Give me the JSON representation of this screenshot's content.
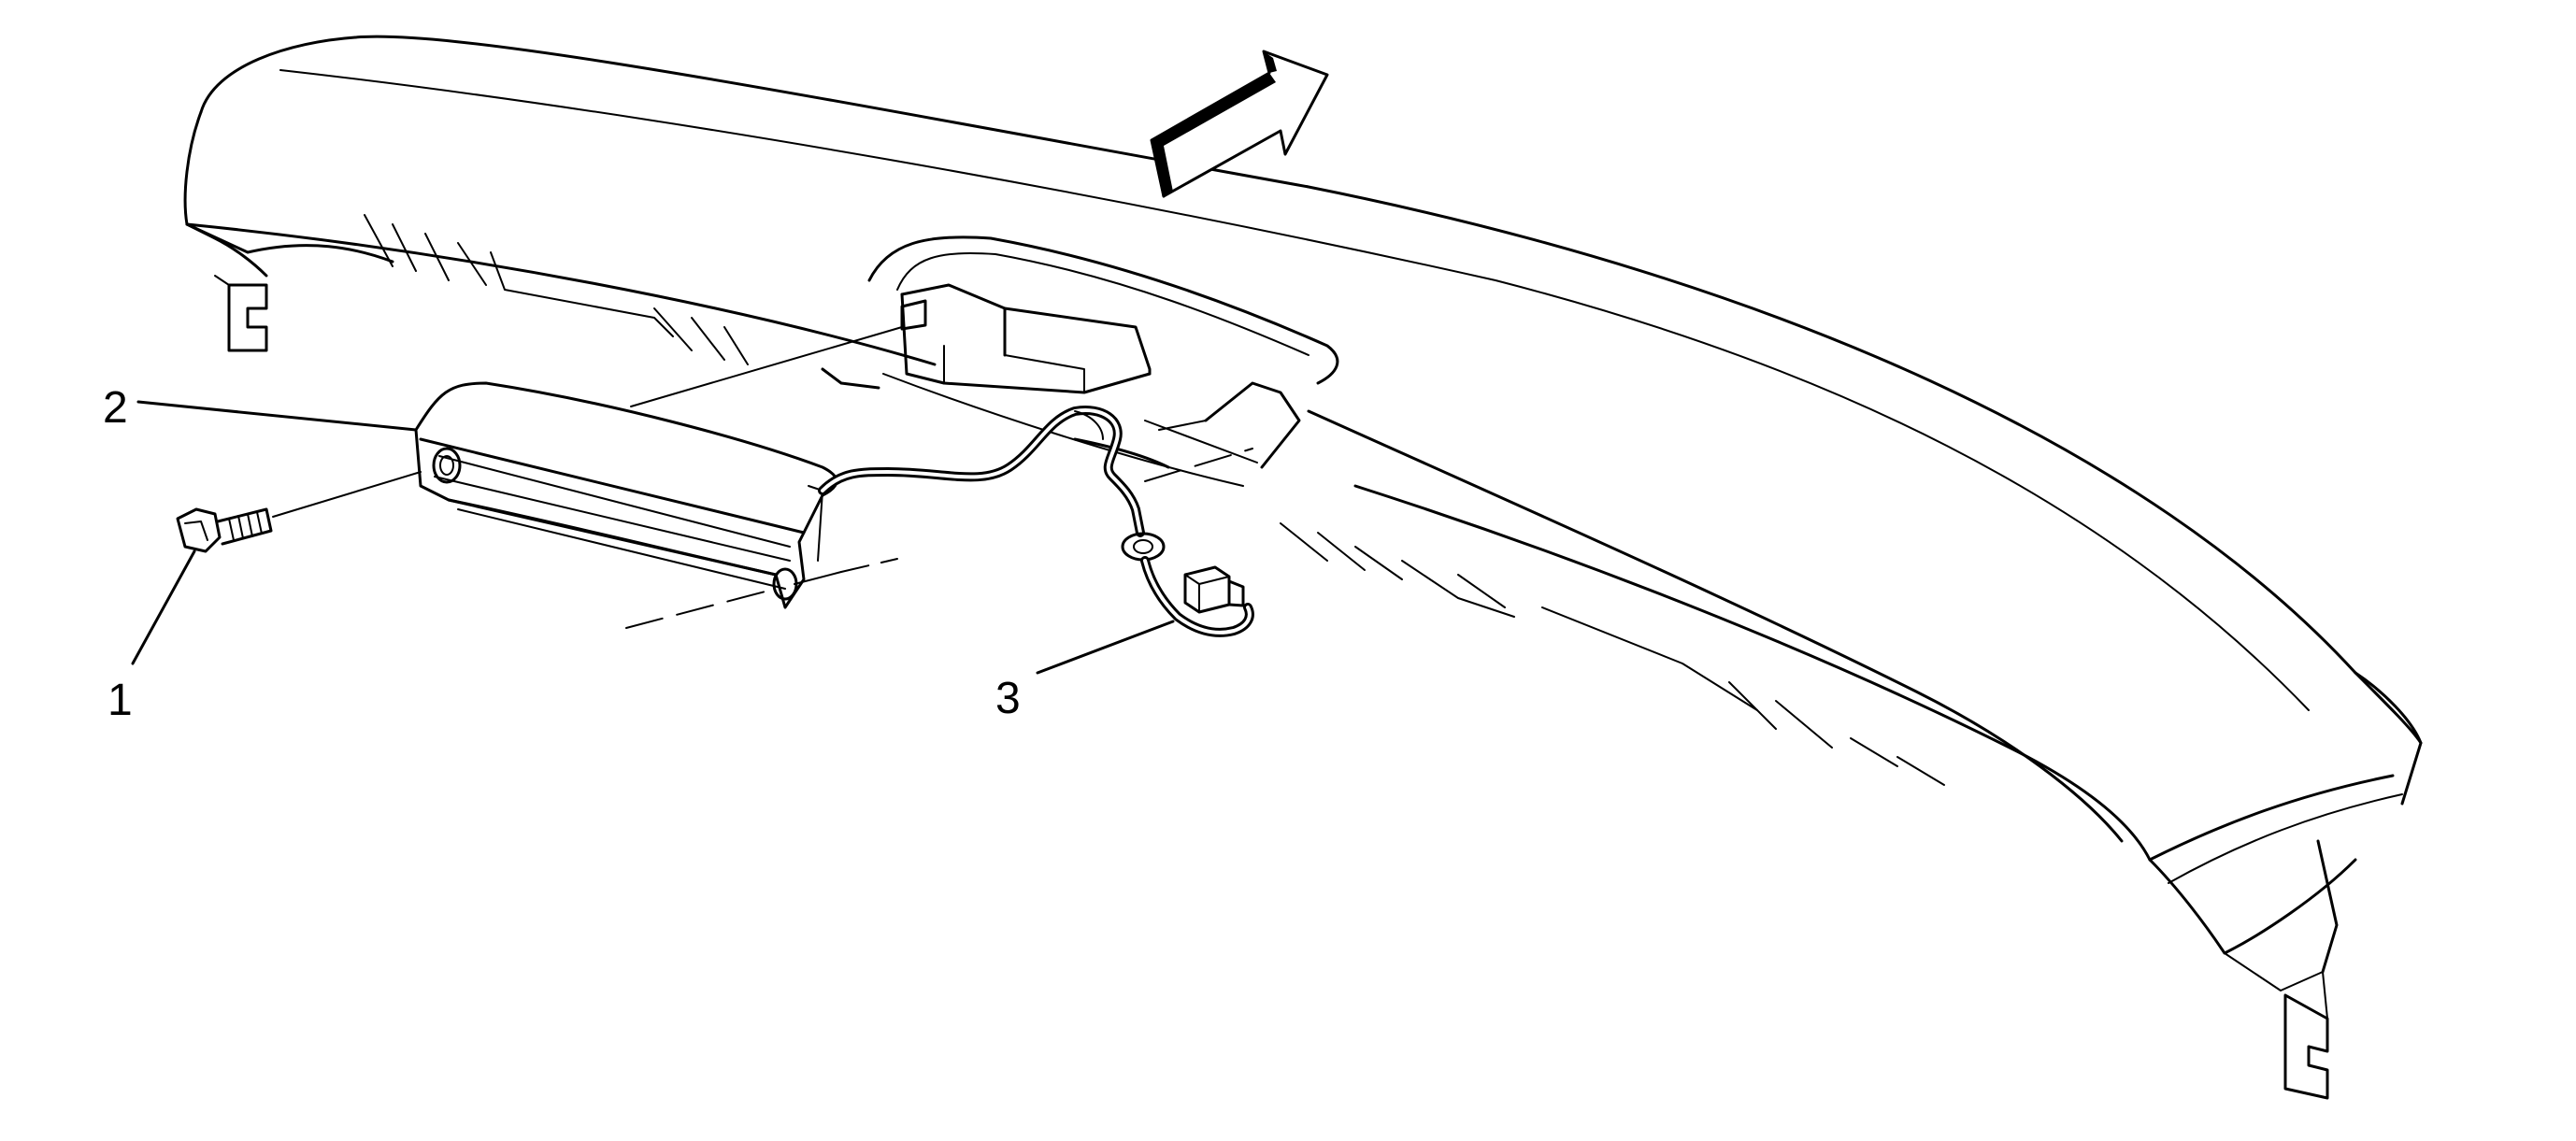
{
  "callouts": [
    {
      "id": "1",
      "label": "1"
    },
    {
      "id": "2",
      "label": "2"
    },
    {
      "id": "3",
      "label": "3"
    }
  ],
  "icons": {
    "direction_arrow": "direction-arrow-icon"
  }
}
